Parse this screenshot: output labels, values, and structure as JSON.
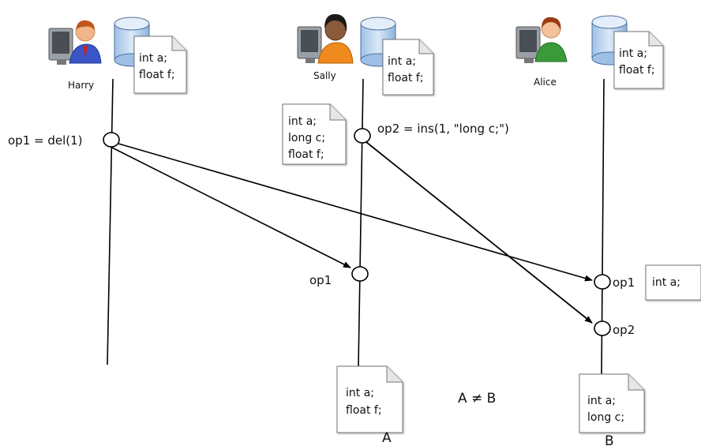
{
  "users": {
    "harry": {
      "name": "Harry",
      "doc": [
        "int a;",
        "float f;"
      ]
    },
    "sally": {
      "name": "Sally",
      "doc": [
        "int a;",
        "float f;"
      ]
    },
    "alice": {
      "name": "Alice",
      "doc": [
        "int a;",
        "float f;"
      ]
    }
  },
  "sally_local_doc": [
    "int a;",
    "long c;",
    "float f;"
  ],
  "ops": {
    "harry_op": "op1 = del(1)",
    "sally_op": "op2 = ins(1, \"long c;\")",
    "sally_recv": "op1",
    "alice_recv1": "op1",
    "alice_recv2": "op2"
  },
  "alice_after_op1_doc": [
    "int a;"
  ],
  "results": {
    "a_doc": [
      "int a;",
      "float f;"
    ],
    "a_label": "A",
    "b_doc": [
      "int a;",
      "long c;"
    ],
    "b_label": "B",
    "comparison": "A ≠ B"
  },
  "colors": {
    "shirt_harry": "#3a55c8",
    "shirt_sally": "#f08a1e",
    "shirt_alice": "#3a9a3a",
    "db": "#b9d3ee"
  }
}
